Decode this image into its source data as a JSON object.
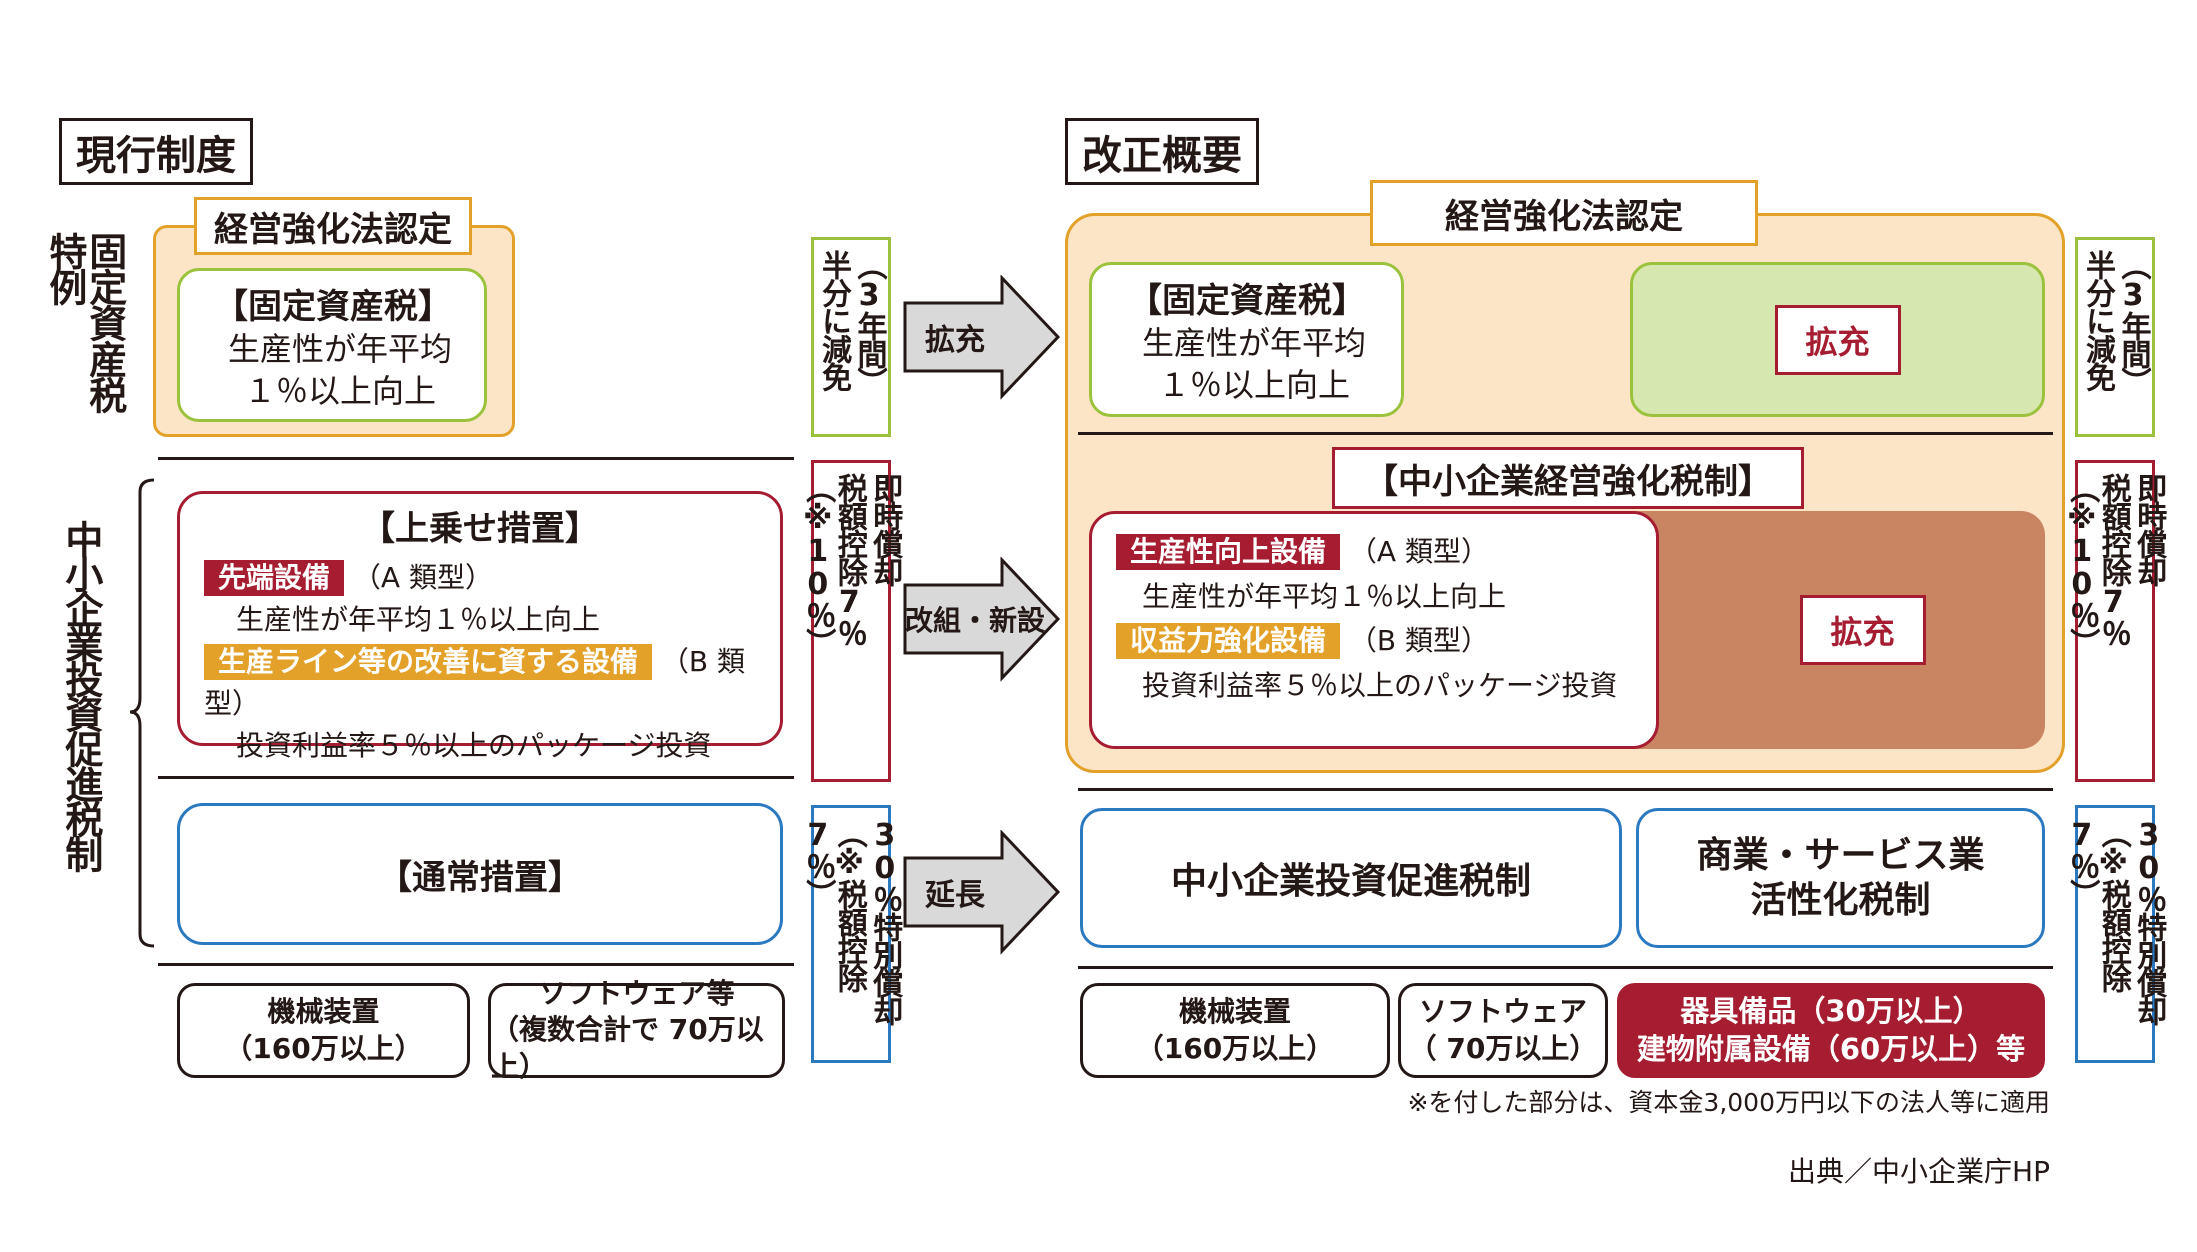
{
  "current": {
    "title": "現行制度",
    "fixed_asset_special": "固定資産税特例",
    "management_certification": "経営強化法認定",
    "fixed_asset_tax": {
      "heading": "【固定資産税】",
      "line1": "生産性が年平均",
      "line2": "１％以上向上"
    },
    "investment_promo_tax": "中小企業投資促進税制",
    "surcharge": {
      "heading": "【上乗せ措置】",
      "tag_a": "先端設備",
      "type_a": "（A 類型）",
      "desc_a": "生産性が年平均１％以上向上",
      "tag_b": "生産ライン等の改善に資する設備",
      "type_b": "（B 類型）",
      "desc_b": "投資利益率５％以上のパッケージ投資"
    },
    "normal_measure": "【通常措置】",
    "machinery": {
      "line1": "機械装置",
      "line2": "（160万以上）"
    },
    "software": {
      "line1": "ソフトウェア等",
      "line2": "（複数合計で 70万以上）"
    }
  },
  "arrows": {
    "expand": "拡充",
    "reorganize": "改組・新設",
    "extend": "延長"
  },
  "side_notes": {
    "half_reduction": {
      "col1": "（3年間）",
      "col2": "半分に減免"
    },
    "immediate": {
      "col1": "即時償却",
      "col2": "税額控除7％（※10％）"
    },
    "special": {
      "col1": "30％特別償却",
      "col2": "（※税額控除7％）"
    }
  },
  "revised": {
    "title": "改正概要",
    "management_certification": "経営強化法認定",
    "fixed_asset_tax": {
      "heading": "【固定資産税】",
      "line1": "生産性が年平均",
      "line2": "１％以上向上"
    },
    "expand_1": "拡充",
    "sme_management_tax": "【中小企業経営強化税制】",
    "sme": {
      "tag_a": "生産性向上設備",
      "type_a": "（A 類型）",
      "desc_a": "生産性が年平均１％以上向上",
      "tag_b": "収益力強化設備",
      "type_b": "（B 類型）",
      "desc_b": "投資利益率５％以上のパッケージ投資"
    },
    "expand_2": "拡充",
    "investment_promo_tax": "中小企業投資促進税制",
    "commerce_service": {
      "line1": "商業・サービス業",
      "line2": "活性化税制"
    },
    "machinery": {
      "line1": "機械装置",
      "line2": "（160万以上）"
    },
    "software": {
      "line1": "ソフトウェア",
      "line2": "（ 70万以上）"
    },
    "equipment": {
      "line1": "器具備品（30万以上）",
      "line2": "建物附属設備（60万以上）等"
    },
    "footnote": "※を付した部分は、資本金3,000万円以下の法人等に適用",
    "source": "出典／中小企業庁HP"
  },
  "colors": {
    "orange_border": "#e3a12a",
    "orange_fill": "#fbe5c6",
    "green_border": "#9bc23c",
    "green_fill": "#d6e7b0",
    "red": "#a61c30",
    "brown_fill": "#c98462",
    "blue": "#2b79c1",
    "tag_red": "#a61c30",
    "tag_orange": "#e3a12a",
    "arrow_fill": "#d9d9d9"
  }
}
